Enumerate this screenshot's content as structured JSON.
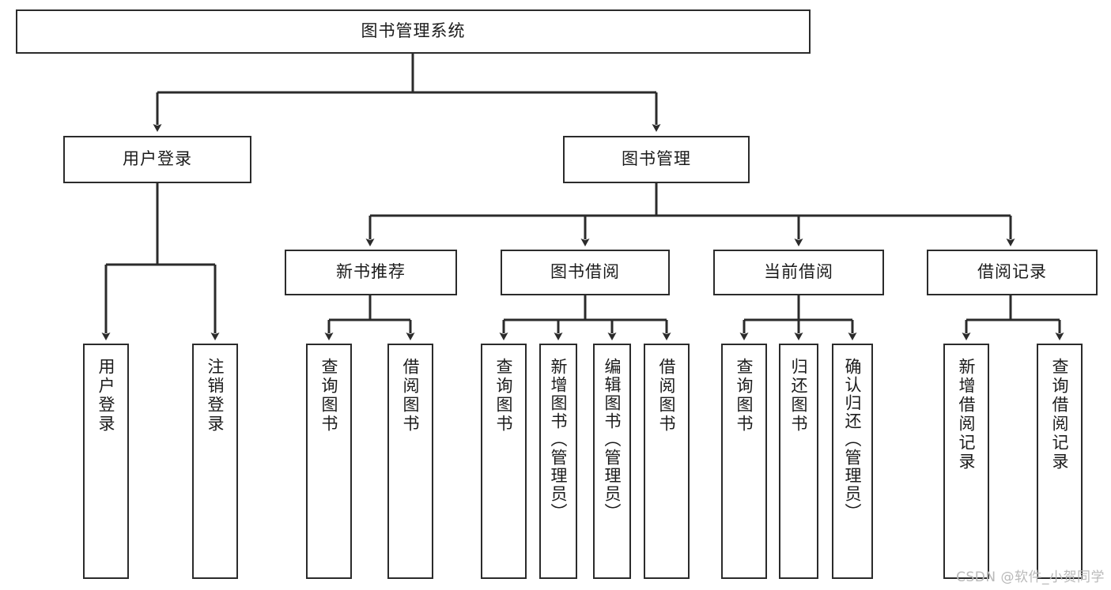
{
  "diagram": {
    "type": "tree",
    "title": "图书管理系统",
    "root": {
      "id": "root",
      "label": "图书管理系统"
    },
    "level2": [
      {
        "id": "user-login",
        "label": "用户登录"
      },
      {
        "id": "book-manage",
        "label": "图书管理"
      }
    ],
    "level3": [
      {
        "id": "new-book-rec",
        "label": "新书推荐",
        "parent": "book-manage"
      },
      {
        "id": "book-borrow",
        "label": "图书借阅",
        "parent": "book-manage"
      },
      {
        "id": "current-borrow",
        "label": "当前借阅",
        "parent": "book-manage"
      },
      {
        "id": "borrow-record",
        "label": "借阅记录",
        "parent": "book-manage"
      }
    ],
    "leaves": [
      {
        "id": "leaf-user-login",
        "label": "用户登录",
        "parent": "user-login"
      },
      {
        "id": "leaf-user-logout",
        "label": "注销登录",
        "parent": "user-login"
      },
      {
        "id": "leaf-rec-query",
        "label": "查询图书",
        "parent": "new-book-rec"
      },
      {
        "id": "leaf-rec-borrow",
        "label": "借阅图书",
        "parent": "new-book-rec"
      },
      {
        "id": "leaf-borrow-query",
        "label": "查询图书",
        "parent": "book-borrow"
      },
      {
        "id": "leaf-borrow-add",
        "label": "新增图书（管理员）",
        "parent": "book-borrow"
      },
      {
        "id": "leaf-borrow-edit",
        "label": "编辑图书（管理员）",
        "parent": "book-borrow"
      },
      {
        "id": "leaf-borrow-do",
        "label": "借阅图书",
        "parent": "book-borrow"
      },
      {
        "id": "leaf-cur-query",
        "label": "查询图书",
        "parent": "current-borrow"
      },
      {
        "id": "leaf-cur-return",
        "label": "归还图书",
        "parent": "current-borrow"
      },
      {
        "id": "leaf-cur-confirm",
        "label": "确认归还（管理员）",
        "parent": "current-borrow"
      },
      {
        "id": "leaf-rec-add",
        "label": "新增借阅记录",
        "parent": "borrow-record"
      },
      {
        "id": "leaf-rec-search",
        "label": "查询借阅记录",
        "parent": "borrow-record"
      }
    ]
  },
  "watermark": {
    "text": "CSDN @软件_小贺同学"
  },
  "colors": {
    "stroke": "#2b2b2b",
    "fill": "#ffffff",
    "text": "#1b1b1b",
    "watermark": "#b9b9b9"
  }
}
